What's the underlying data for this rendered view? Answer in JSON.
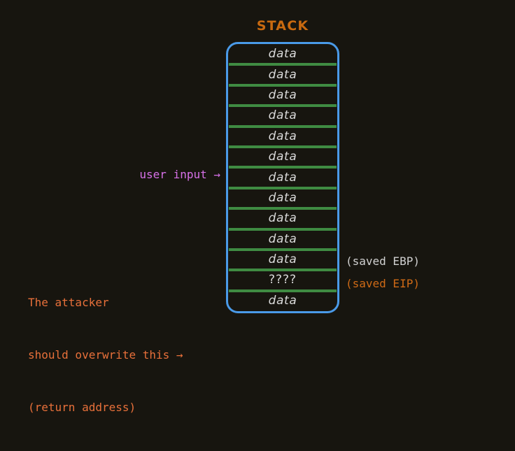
{
  "diagram": {
    "title": "STACK",
    "background_color": "#17150f",
    "border_color": "#4a9ae8",
    "separator_color": "#3f8b42",
    "title_color": "#c96a10"
  },
  "stack": {
    "cells": [
      {
        "label": "data"
      },
      {
        "label": "data"
      },
      {
        "label": "data"
      },
      {
        "label": "data"
      },
      {
        "label": "data"
      },
      {
        "label": "data"
      },
      {
        "label": "data"
      },
      {
        "label": "data"
      },
      {
        "label": "data"
      },
      {
        "label": "data"
      },
      {
        "label": "data"
      },
      {
        "label": "????"
      },
      {
        "label": "data"
      }
    ]
  },
  "annotations": {
    "user_input": {
      "text": "user input →",
      "color": "#d771e8"
    },
    "attacker": {
      "line1": "The attacker",
      "line2": "should overwrite this →",
      "line3": "(return address)",
      "color": "#e8703a"
    },
    "saved_ebp": {
      "text": "(saved EBP)",
      "color": "#d1d1d1"
    },
    "saved_eip": {
      "text": "(saved EIP)",
      "color": "#cf6a16"
    }
  }
}
